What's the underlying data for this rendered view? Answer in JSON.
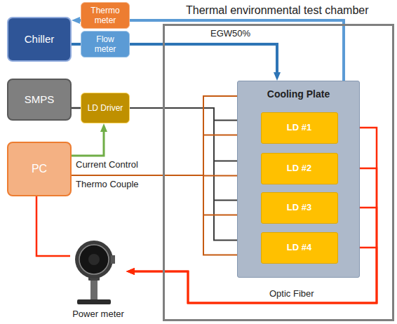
{
  "diagram": {
    "nodes": [
      {
        "text": [
          "Chiller"
        ]
      },
      {
        "text": [
          "Thermo meter"
        ]
      },
      {
        "text": [
          "Flow meter"
        ]
      },
      {
        "text": [
          "SMPS"
        ]
      },
      {
        "text": [
          "LD Driver"
        ]
      },
      {
        "text": [
          "PC"
        ]
      },
      {
        "text": [
          "Thermal environmental test chamber"
        ]
      },
      {
        "text": [
          "Cooling Plate"
        ],
        "in": 6
      },
      {
        "text": [
          "LD #1"
        ],
        "in": 7
      },
      {
        "text": [
          "LD #2"
        ],
        "in": 7
      },
      {
        "text": [
          "LD #3"
        ],
        "in": 7
      },
      {
        "text": [
          "LD #4"
        ],
        "in": 7
      },
      {
        "text": [
          "Power meter"
        ]
      }
    ],
    "edges": [
      {
        "from": 7,
        "to": 1,
        "arrow": "none"
      },
      {
        "from": 1,
        "to": 0,
        "arrow": "to"
      },
      {
        "from": 0,
        "to": 2,
        "arrow": "none"
      },
      {
        "from": 2,
        "to": 7,
        "arrow": "to"
      },
      {
        "from": 3,
        "to": 4,
        "arrow": "none"
      },
      {
        "from": 5,
        "to": 4,
        "arrow": "to"
      },
      {
        "from": 4,
        "to": 8,
        "arrow": "none"
      },
      {
        "from": 4,
        "to": 9,
        "arrow": "none"
      },
      {
        "from": 4,
        "to": 10,
        "arrow": "none"
      },
      {
        "from": 4,
        "to": 11,
        "arrow": "none"
      },
      {
        "from": 5,
        "to": 7,
        "arrow": "none"
      },
      {
        "from": 5,
        "to": 8,
        "arrow": "none"
      },
      {
        "from": 5,
        "to": 9,
        "arrow": "none"
      },
      {
        "from": 5,
        "to": 10,
        "arrow": "none"
      },
      {
        "from": 5,
        "to": 11,
        "arrow": "none"
      },
      {
        "from": 5,
        "to": 12,
        "arrow": "none"
      },
      {
        "from": 8,
        "to": 12,
        "arrow": "to"
      },
      {
        "from": 9,
        "to": 12,
        "arrow": "to"
      },
      {
        "from": 10,
        "to": 12,
        "arrow": "to"
      },
      {
        "from": 11,
        "to": 12,
        "arrow": "to"
      }
    ],
    "labels": [
      "EGW50%",
      "Current Control",
      "Thermo Couple",
      "Optic Fiber"
    ]
  }
}
